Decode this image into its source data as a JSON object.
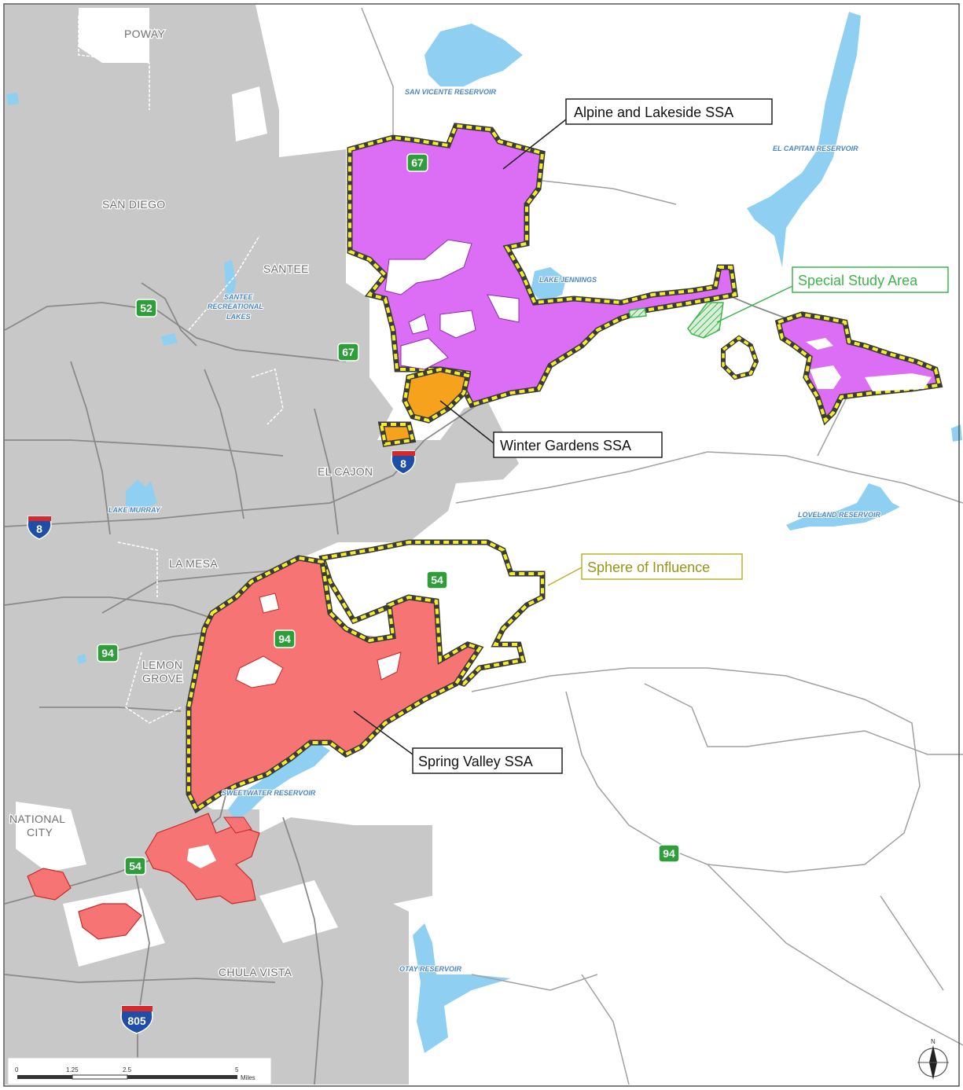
{
  "map": {
    "places": [
      {
        "id": "poway",
        "text": "POWAY"
      },
      {
        "id": "san-diego",
        "text": "SAN DIEGO"
      },
      {
        "id": "santee",
        "text": "SANTEE"
      },
      {
        "id": "el-cajon",
        "text": "EL CAJON"
      },
      {
        "id": "la-mesa",
        "text": "LA MESA"
      },
      {
        "id": "lemon",
        "text": "LEMON"
      },
      {
        "id": "grove",
        "text": "GROVE"
      },
      {
        "id": "national",
        "text": "NATIONAL"
      },
      {
        "id": "city",
        "text": "CITY"
      },
      {
        "id": "chula-vista",
        "text": "CHULA VISTA"
      }
    ],
    "water_labels": [
      {
        "id": "san-vicente",
        "text": "SAN VICENTE RESERVOIR"
      },
      {
        "id": "el-capitan",
        "text": "EL CAPITAN RESERVOIR"
      },
      {
        "id": "santee-lakes-1",
        "text": "SANTEE"
      },
      {
        "id": "santee-lakes-2",
        "text": "RECREATIONAL"
      },
      {
        "id": "santee-lakes-3",
        "text": "LAKES"
      },
      {
        "id": "lake-jennings",
        "text": "LAKE JENNINGS"
      },
      {
        "id": "lake-murray",
        "text": "LAKE MURRAY"
      },
      {
        "id": "loveland",
        "text": "LOVELAND RESERVOIR"
      },
      {
        "id": "sweetwater",
        "text": "SWEETWATER RESERVOIR"
      },
      {
        "id": "otay",
        "text": "OTAY RESERVOIR"
      }
    ],
    "callouts": {
      "alpine": "Alpine and Lakeside SSA",
      "special": "Special Study Area",
      "winter": "Winter Gardens SSA",
      "sphere": "Sphere of Influence",
      "spring": "Spring Valley SSA"
    },
    "shields": {
      "s67a": "67",
      "s67b": "67",
      "s52": "52",
      "s54a": "54",
      "s54b": "54",
      "s94a": "94",
      "s94b": "94",
      "s94c": "94",
      "i8a": "8",
      "i8b": "8",
      "i805": "805"
    },
    "scale": {
      "t0": "0",
      "t1": "1.25",
      "t2": "2.5",
      "t3": "5",
      "unit": "Miles"
    },
    "north": "N",
    "colors": {
      "urban": "#c8c8c8",
      "water": "#8fd0f2",
      "alpine_lakeside": "#dc6ef5",
      "winter_gardens": "#f7a21c",
      "spring_valley": "#f77474",
      "sphere_border": "#f2ee2a",
      "special_study": "#3cb54a",
      "highway_shield": "#2e9e3a",
      "interstate": "#1e4ea8"
    }
  }
}
